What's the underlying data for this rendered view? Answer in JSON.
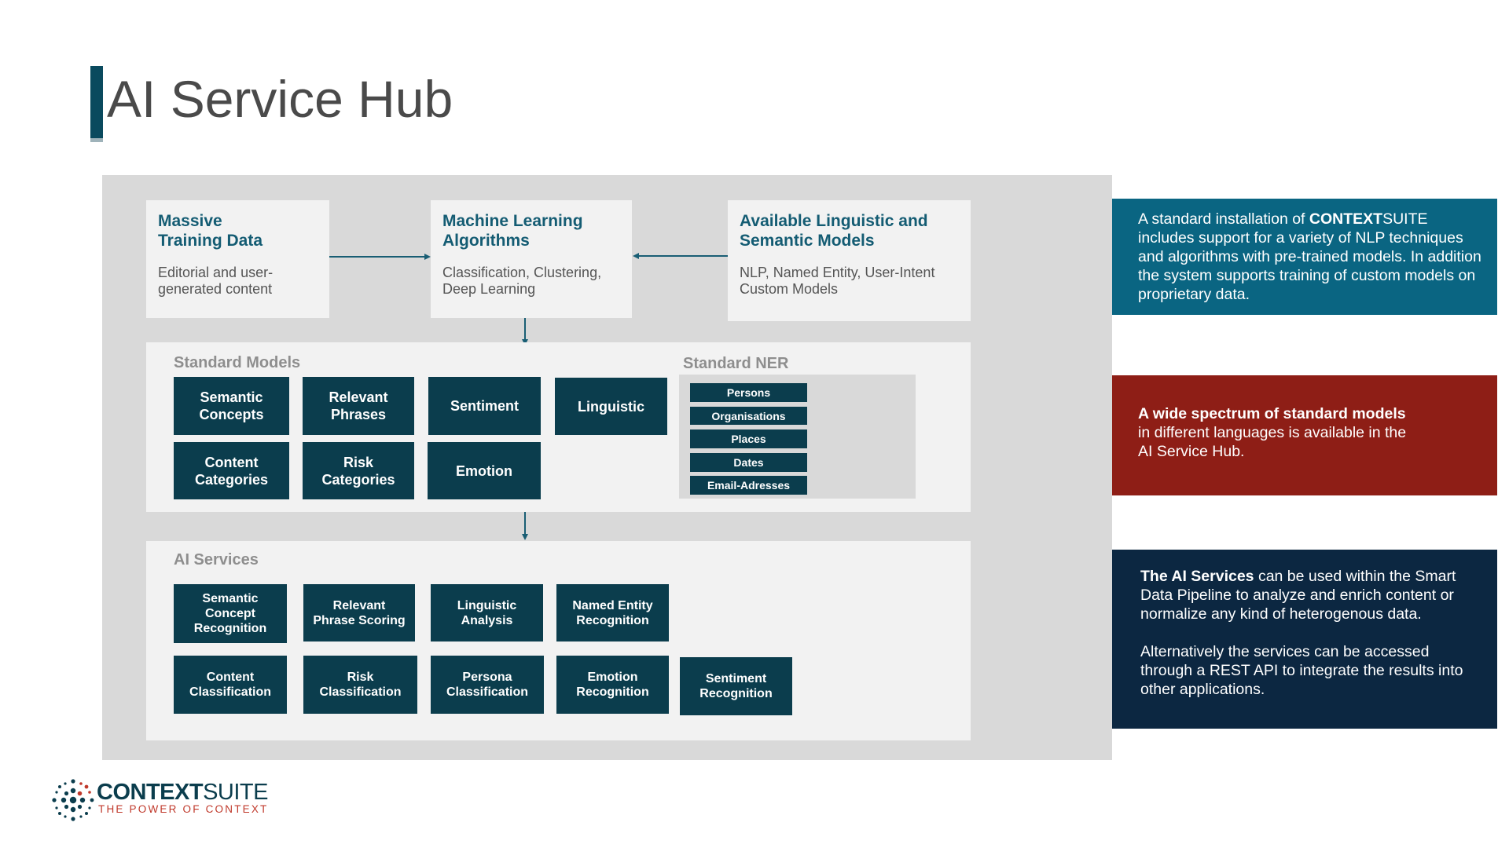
{
  "title": "AI Service Hub",
  "inputs": {
    "training": {
      "title": "Massive\nTraining Data",
      "subtitle": "Editorial and user-\ngenerated content"
    },
    "algorithms": {
      "title": "Machine Learning\nAlgorithms",
      "subtitle": "Classification, Clustering,\nDeep Learning"
    },
    "models": {
      "title": "Available Linguistic and\nSemantic Models",
      "subtitle": "NLP, Named Entity, User-Intent\nCustom Models"
    }
  },
  "standard_models": {
    "label": "Standard Models",
    "items": [
      "Semantic\nConcepts",
      "Relevant\nPhrases",
      "Sentiment",
      "Linguistic",
      "Content\nCategories",
      "Risk\nCategories",
      "Emotion"
    ]
  },
  "standard_ner": {
    "label": "Standard NER",
    "items": [
      "Persons",
      "Organisations",
      "Places",
      "Dates",
      "Email-Adresses"
    ]
  },
  "ai_services": {
    "label": "AI Services",
    "items": [
      "Semantic\nConcept\nRecognition",
      "Relevant\nPhrase Scoring",
      "Linguistic\nAnalysis",
      "Named Entity\nRecognition",
      "Content\nClassification",
      "Risk\nClassification",
      "Persona\nClassification",
      "Emotion\nRecognition",
      "Sentiment\nRecognition"
    ]
  },
  "info": {
    "teal": {
      "pre": "A standard installation of ",
      "brand_bold": "CONTEXT",
      "brand_regular": "SUITE",
      "post": " includes support for a variety of NLP techniques and algorithms with pre-trained models.  In addition the system supports training of custom models on proprietary data."
    },
    "red": {
      "bold": "A wide spectrum of standard models",
      "line2": "in different languages is available in the",
      "line3": "AI Service Hub."
    },
    "navy": {
      "bold": "The AI Services",
      "rest": " can be used within the Smart Data Pipeline to analyze and enrich content or normalize any kind of heterogenous data.",
      "para2": "Alternatively the services can be accessed through a REST API to integrate the results into other applications."
    }
  },
  "logo": {
    "name_bold": "CONTEXT",
    "name_regular": "SUITE",
    "tagline": "THE POWER OF CONTEXT"
  },
  "colors": {
    "tile": "#0b3d4d",
    "accent_teal": "#0a6582",
    "accent_red": "#8e1e16",
    "accent_navy": "#0c2741",
    "panel": "#d9d9d9",
    "box": "#f2f2f2"
  }
}
